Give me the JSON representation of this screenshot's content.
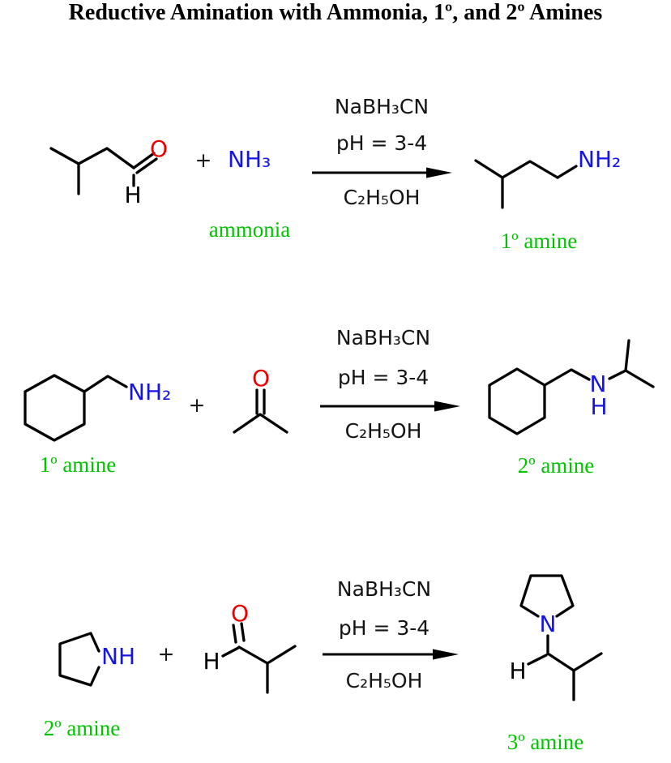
{
  "title": "Reductive Amination with Ammonia, 1º, and 2º Amines",
  "plus": "+",
  "conditions": {
    "reagent": "NaBH₃CN",
    "ph": "pH = 3-4",
    "solvent": "C₂H₅OH"
  },
  "colors": {
    "oxygen": "#ee0000",
    "nitrogen": "#1414e6",
    "caption_green": "#00c400",
    "bond": "#000000"
  },
  "reaction1": {
    "aldehyde": {
      "oxygen": "O",
      "hydrogen": "H"
    },
    "ammonia_formula": "NH₃",
    "ammonia_caption": "ammonia",
    "product": {
      "amine": "NH₂"
    },
    "product_caption": "1º amine"
  },
  "reaction2": {
    "amine": {
      "label": "NH₂"
    },
    "amine_caption": "1º amine",
    "ketone": {
      "oxygen": "O"
    },
    "product": {
      "nitrogen": "N",
      "hydrogen": "H"
    },
    "product_caption": "2º amine"
  },
  "reaction3": {
    "amine": {
      "label": "NH"
    },
    "amine_caption": "2º amine",
    "aldehyde": {
      "oxygen": "O",
      "hydrogen": "H"
    },
    "product": {
      "nitrogen": "N",
      "hydrogen": "H"
    },
    "product_caption": "3º amine"
  }
}
